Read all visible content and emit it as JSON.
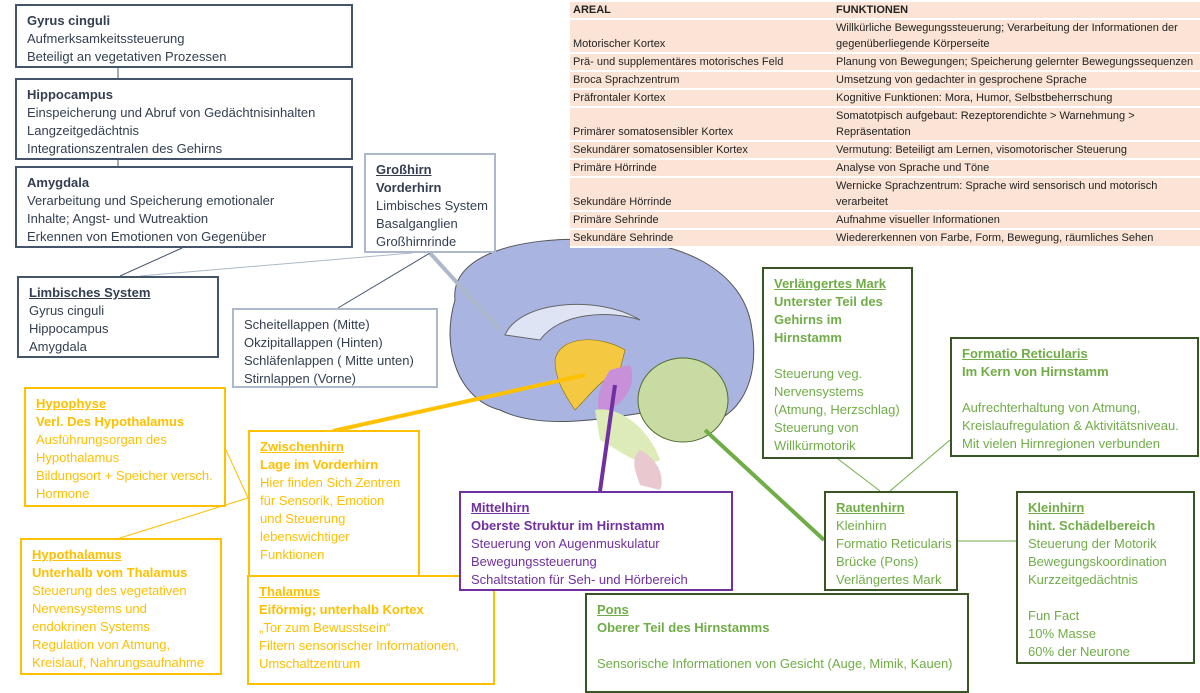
{
  "table": {
    "headers": [
      "AREAL",
      "FUNKTIONEN"
    ],
    "rows": [
      [
        "Motorischer Kortex",
        "Willkürliche Bewegungssteuerung; Verarbeitung der Informationen der gegenüberliegende Körperseite"
      ],
      [
        "Prä- und supplementäres motorisches Feld",
        "Planung von Bewegungen; Speicherung gelernter Bewegungssequenzen"
      ],
      [
        "Broca Sprachzentrum",
        "Umsetzung von gedachter in gesprochene Sprache"
      ],
      [
        "Präfrontaler Kortex",
        "Kognitive Funktionen: Mora, Humor, Selbstbeherrschung"
      ],
      [
        "Primärer somatosensibler Kortex",
        "Somatotpisch aufgebaut: Rezeptorendichte > Warnehmung > Repräsentation"
      ],
      [
        "Sekundärer somatosensibler Kortex",
        "Vermutung: Beteiligt am Lernen, visomotorischer Steuerung"
      ],
      [
        "Primäre Hörrinde",
        "Analyse von Sprache und Töne"
      ],
      [
        "Sekundäre Hörrinde",
        "Wernicke Sprachzentrum: Sprache wird sensorisch und motorisch verarbeitet"
      ],
      [
        "Primäre Sehrinde",
        "Aufnahme visueller Informationen"
      ],
      [
        "Sekundäre Sehrinde",
        "Wiedererkennen von Farbe, Form, Bewegung, räumliches Sehen"
      ]
    ]
  },
  "colors": {
    "limbic": "#44546a",
    "forebrain": "#adb9ca",
    "diencephalon": "#ffc000",
    "midbrain": "#7030a0",
    "hindbrain": "#70ad47",
    "table_bg": "#fbe4d5"
  },
  "boxes": {
    "gyrus": {
      "title": "Gyrus cinguli",
      "lines": [
        "Aufmerksamkeitssteuerung",
        "Beteiligt an vegetativen Prozessen"
      ]
    },
    "hippo": {
      "title": "Hippocampus",
      "lines": [
        "Einspeicherung und Abruf von Gedächtnisinhalten",
        "Langzeitgedächtnis",
        "Integrationszentralen des Gehirns"
      ]
    },
    "amyg": {
      "title": "Amygdala",
      "lines": [
        "Verarbeitung und Speicherung emotionaler",
        "Inhalte; Angst- und Wutreaktion",
        "Erkennen von Emotionen von Gegenüber"
      ]
    },
    "limbic": {
      "title": "Limbisches System",
      "lines": [
        "Gyrus cinguli",
        "Hippocampus",
        "Amygdala"
      ]
    },
    "gross": {
      "title": "Großhirn",
      "bold": "Vorderhirn",
      "lines": [
        "Limbisches System",
        "Basalganglien",
        "Großhirnrinde"
      ]
    },
    "lappen": {
      "lines": [
        "Scheitellappen (Mitte)",
        "Okzipitallappen (Hinten)",
        "Schläfenlappen ( Mitte unten)",
        "Stirnlappen (Vorne)"
      ]
    },
    "hypophyse": {
      "title": "Hypophyse",
      "bold": "Verl. Des Hypothalamus",
      "lines": [
        "Ausführungsorgan des",
        "Hypothalamus",
        "Bildungsort + Speicher versch.",
        "Hormone"
      ]
    },
    "zwischen": {
      "title": "Zwischenhirn",
      "bold": "Lage im Vorderhirn",
      "lines": [
        "Hier finden Sich Zentren",
        "für Sensorik, Emotion",
        "und Steuerung",
        "lebenswichtiger",
        "Funktionen"
      ]
    },
    "hypothal": {
      "title": "Hypothalamus",
      "bold": "Unterhalb vom Thalamus",
      "lines": [
        "Steuerung des vegetativen",
        "Nervensystems und",
        "endokrinen Systems",
        "Regulation von Atmung,",
        "Kreislauf, Nahrungsaufnahme"
      ]
    },
    "thalamus": {
      "title": "Thalamus",
      "bold": "Eiförmig; unterhalb Kortex",
      "lines": [
        "„Tor zum Bewusstsein“",
        "Filtern sensorischer Informationen,",
        "Umschaltzentrum"
      ]
    },
    "mittel": {
      "title": "Mittelhirn",
      "bold": "Oberste Struktur im Hirnstamm",
      "lines": [
        "Steuerung von Augenmuskulatur",
        "Bewegungssteuerung",
        "Schaltstation für Seh- und Hörbereich"
      ]
    },
    "mark": {
      "title": "Verlängertes Mark",
      "bold": [
        "Unterster Teil des",
        "Gehirns im",
        "Hirnstamm"
      ],
      "lines": [
        "",
        "Steuerung veg.",
        "Nervensystems",
        "(Atmung, Herzschlag)",
        "Steuerung von",
        "Willkürmotorik"
      ]
    },
    "formatio": {
      "title": "Formatio Reticularis",
      "bold": "Im Kern von Hirnstamm",
      "lines": [
        "",
        "Aufrechterhaltung von Atmung,",
        "Kreislaufregulation & Aktivitätsniveau.",
        "Mit vielen Hirnregionen verbunden"
      ]
    },
    "rauten": {
      "title": "Rautenhirn",
      "lines": [
        "Kleinhirn",
        "Formatio Reticularis",
        "Brücke (Pons)",
        "Verlängertes Mark"
      ]
    },
    "klein": {
      "title": "Kleinhirn",
      "bold": "hint. Schädelbereich",
      "lines": [
        "Steuerung der Motorik",
        "Bewegungskoordination",
        "Kurzzeitgedächtnis",
        "",
        "Fun Fact",
        "10% Masse",
        "60% der Neurone"
      ]
    },
    "pons": {
      "title": "Pons",
      "bold": "Oberer Teil des Hirnstamms",
      "lines": [
        "",
        "Sensorische Informationen von Gesicht (Auge, Mimik, Kauen)"
      ]
    }
  }
}
